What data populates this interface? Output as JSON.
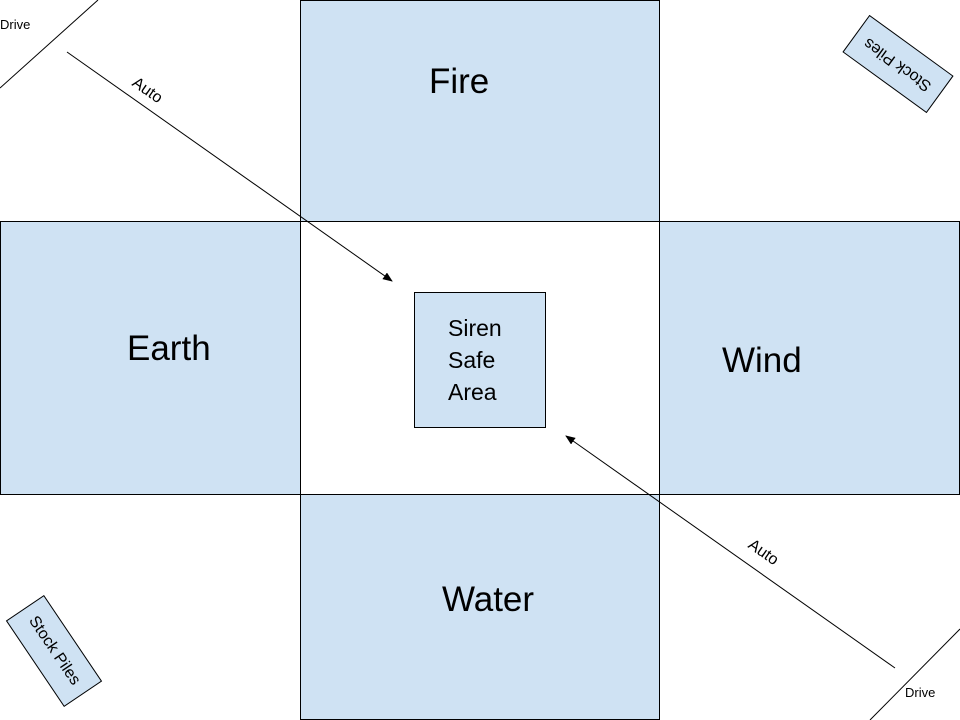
{
  "zones": {
    "fire": "Fire",
    "earth": "Earth",
    "wind": "Wind",
    "water": "Water"
  },
  "center": {
    "lines": [
      "Siren",
      "Safe",
      "Area"
    ]
  },
  "stock_piles": {
    "top_right": "Stock Piles",
    "bottom_left": "Stock Piles"
  },
  "drive": {
    "top_left": "Drive",
    "bottom_right": "Drive"
  },
  "arrows": {
    "top_left_label": "Auto",
    "bottom_right_label": "Auto"
  },
  "colors": {
    "zone_fill": "#cfe2f3",
    "stroke": "#000000"
  }
}
